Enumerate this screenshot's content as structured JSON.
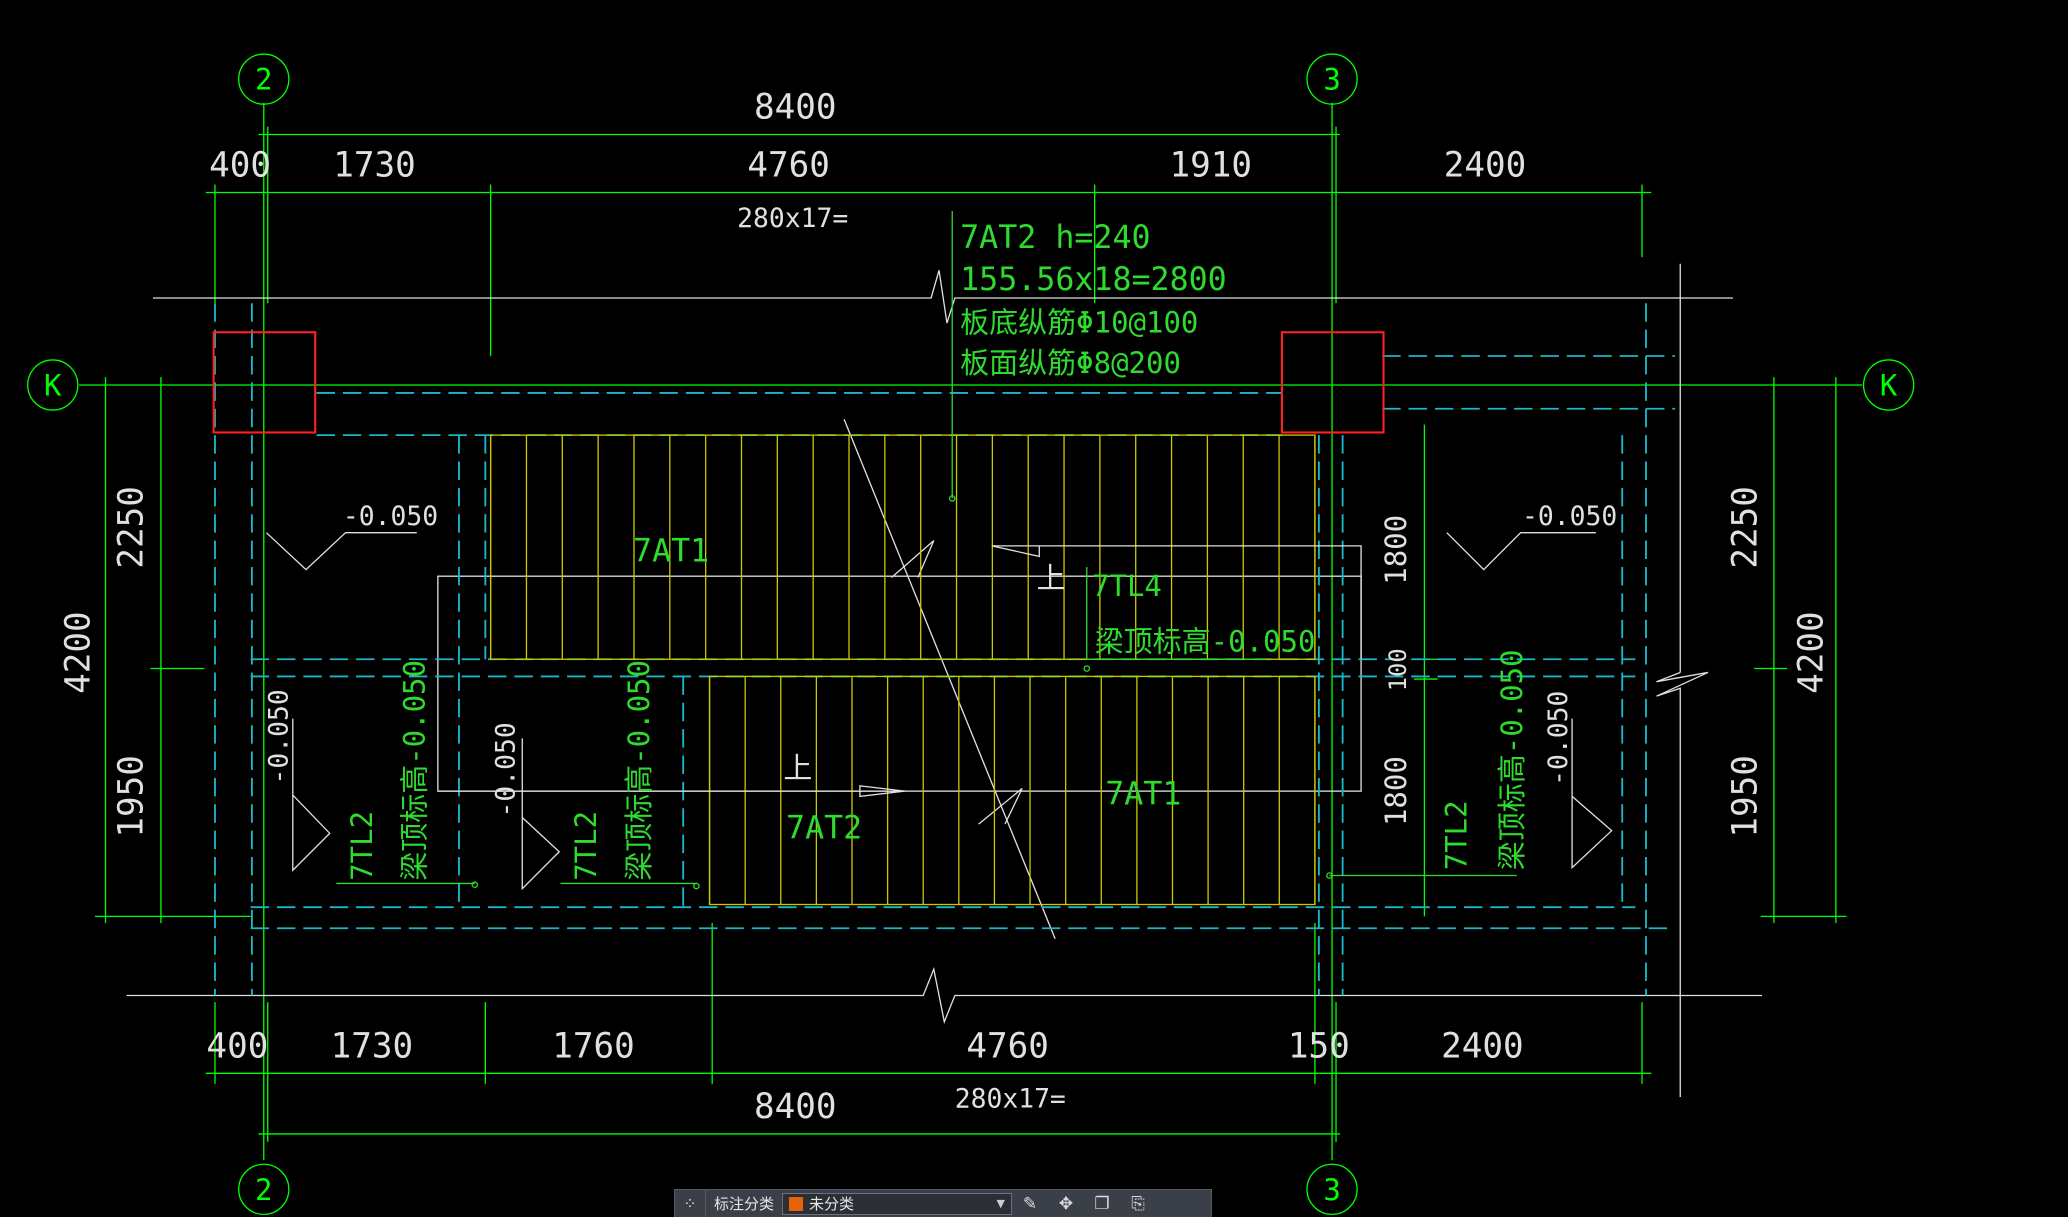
{
  "drawing": {
    "grid": {
      "g2": "2",
      "g3": "3",
      "gK": "K"
    },
    "dims_top": {
      "overall": "8400",
      "seg1": "400",
      "seg2": "1730",
      "seg3": "4760",
      "seg4": "1910",
      "seg5": "2400",
      "tread": "280x17="
    },
    "dims_bottom": {
      "seg1": "400",
      "seg2": "1730",
      "seg3": "1760",
      "seg4": "4760",
      "seg5": "150",
      "seg6": "2400",
      "overall": "8400",
      "tread": "280x17="
    },
    "dims_left": {
      "upper": "2250",
      "total": "4200",
      "lower": "1950"
    },
    "dims_right": {
      "upper": "2250",
      "total": "4200",
      "lower": "1950"
    },
    "dims_inner": {
      "upper": "1800",
      "middle": "100",
      "lower": "1800"
    },
    "slab_note": {
      "line1": "7AT2  h=240",
      "line2": "155.56x18=2800",
      "line3": "板底纵筋Φ10@100",
      "line4": "板面纵筋Φ8@200"
    },
    "labels": {
      "at1_upper": "7AT1",
      "at1_lower": "7AT1",
      "at2": "7AT2",
      "tl4": "7TL4",
      "tl4_elev": "梁顶标高-0.050",
      "tl2": "7TL2",
      "beam_elev": "梁顶标高-0.050",
      "up": "上",
      "elev": "-0.050"
    }
  },
  "toolbar": {
    "label": "标注分类",
    "selected": "未分类",
    "swatch_color": "#e8620a"
  },
  "colors": {
    "background": "#000000",
    "dimension": "#00ff00",
    "stair": "#c8c800",
    "dashed": "#19b7c8",
    "column": "#ff2020",
    "outline": "#e0e0e0",
    "annotation": "#2edb2e"
  }
}
